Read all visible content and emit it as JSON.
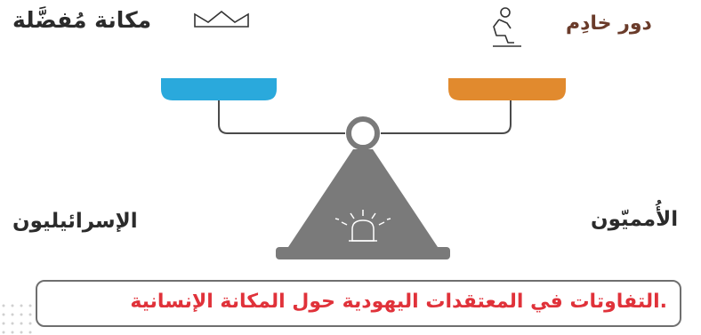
{
  "left_top": {
    "label": "مكانة مُفضَّلة",
    "icon": "crown-icon",
    "pan_color": "#2aa9dc"
  },
  "right_top": {
    "label": "دور خادِم",
    "icon": "kneeling-person-icon",
    "pan_color": "#e18a2e"
  },
  "left_group": {
    "label": "الإسرائيليون"
  },
  "right_group": {
    "label": "الأُمميّون"
  },
  "caption": ".التفاوتات في المعتقدات اليهودية حول المكانة الإنسانية",
  "colors": {
    "base": "#7a7a7a",
    "beam": "#4a4a4a",
    "caption_text": "#e0323a"
  }
}
